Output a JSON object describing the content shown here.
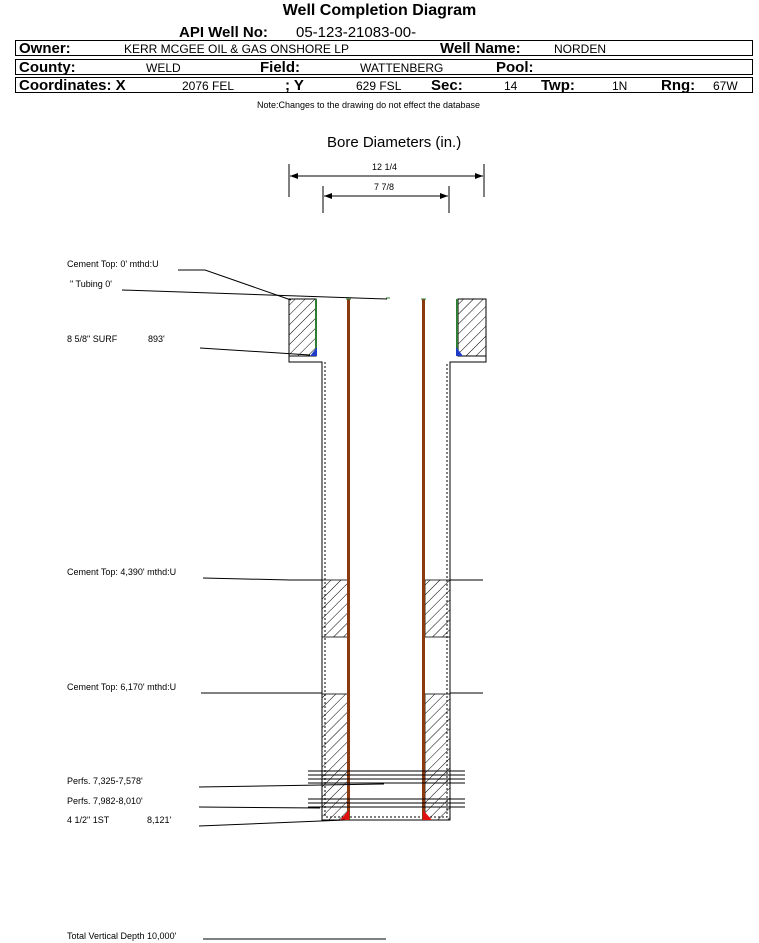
{
  "header": {
    "title": "Well Completion Diagram",
    "api_label": "API Well No:",
    "api_value": "05-123-21083-00-",
    "owner_label": "Owner:",
    "owner_value": "KERR MCGEE OIL & GAS ONSHORE LP",
    "well_name_label": "Well Name:",
    "well_name_value": "NORDEN",
    "county_label": "County:",
    "county_value": "WELD",
    "field_label": "Field:",
    "field_value": "WATTENBERG",
    "pool_label": "Pool:",
    "pool_value": "",
    "coord_x_label": "Coordinates: X",
    "coord_x_value": "2076 FEL",
    "coord_y_label": "; Y",
    "coord_y_value": "629 FSL",
    "sec_label": "Sec:",
    "sec_value": "14",
    "twp_label": "Twp:",
    "twp_value": "1N",
    "rng_label": "Rng:",
    "rng_value": "67W",
    "note": "Note:Changes to the drawing do not effect the database"
  },
  "bore": {
    "title": "Bore Diameters (in.)",
    "outer_diameter": "12 1/4",
    "inner_diameter": "7 7/8"
  },
  "annotations": {
    "cement_top_1": "Cement Top: 0' mthd:U",
    "tubing": "\" Tubing 0'",
    "surface_casing": "8 5/8\" SURF",
    "surface_casing_depth": "893'",
    "cement_top_2": "Cement Top: 4,390' mthd:U",
    "cement_top_3": "Cement Top: 6,170' mthd:U",
    "perfs_1": "Perfs. 7,325-7,578'",
    "perfs_2": "Perfs. 7,982-8,010'",
    "production_casing": "4 1/2\" 1ST",
    "production_casing_depth": "8,121'",
    "total_depth": "Total Vertical Depth 10,000'"
  },
  "colors": {
    "tubing": "#8B3A10",
    "casing_surface": "#2E7D32",
    "shoe_surface": "#1E3CC8",
    "shoe_production": "#E01010",
    "hatch": "#000000"
  }
}
